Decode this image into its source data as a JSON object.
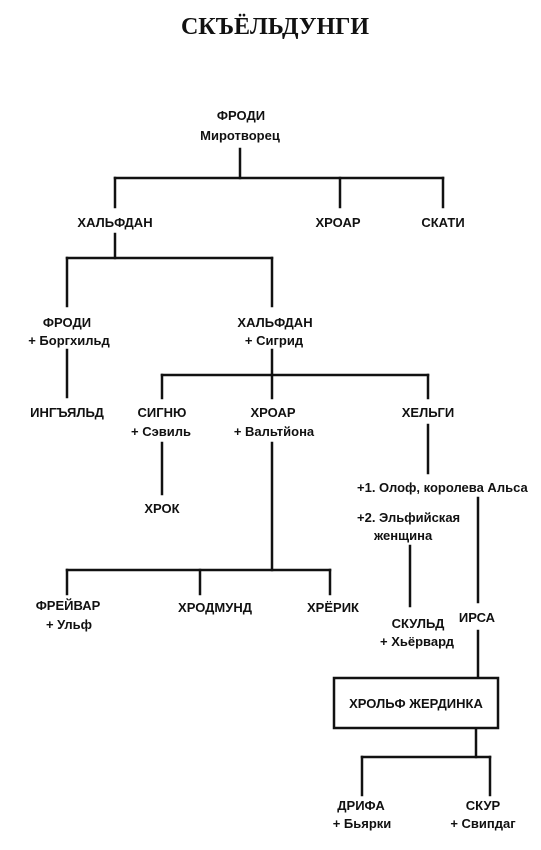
{
  "title": "СКЪЁЛЬДУНГИ",
  "nodes": {
    "frodi_peacemaker": {
      "name": "ФРОДИ",
      "epithet": "Миротворец"
    },
    "halfdan_1": {
      "name": "ХАЛЬФДАН"
    },
    "hroar_1": {
      "name": "ХРОАР"
    },
    "skati": {
      "name": "СКАТИ"
    },
    "frodi_2": {
      "name": "ФРОДИ",
      "spouse": "+ Боргхильд"
    },
    "halfdan_2": {
      "name": "ХАЛЬФДАН",
      "spouse": "+ Сигрид"
    },
    "ingjald": {
      "name": "ИНГЪЯЛЬД"
    },
    "signy": {
      "name": "СИГНЮ",
      "spouse": "+ Сэвиль"
    },
    "hroar_2": {
      "name": "ХРОАР",
      "spouse": "+ Вальтйона"
    },
    "helgi": {
      "name": "ХЕЛЬГИ",
      "spouse_1": "+1. Олоф, королева Альса",
      "spouse_2": [
        "+2. Эльфийская",
        "женщина"
      ]
    },
    "hrok": {
      "name": "ХРОК"
    },
    "freyvar": {
      "name": "ФРЕЙВАР",
      "spouse": "+ Ульф"
    },
    "hrodmund": {
      "name": "ХРОДМУНД"
    },
    "hrorik": {
      "name": "ХРЁРИК"
    },
    "skuld": {
      "name": "СКУЛЬД",
      "spouse": "+ Хьёрвард"
    },
    "yrsa": {
      "name": "ИРСА"
    },
    "hrolf": {
      "name": "ХРОЛЬФ ЖЕРДИНКА"
    },
    "drifa": {
      "name": "ДРИФА",
      "spouse": "+ Бьярки"
    },
    "skur": {
      "name": "СКУР",
      "spouse": "+ Свипдаг"
    }
  }
}
